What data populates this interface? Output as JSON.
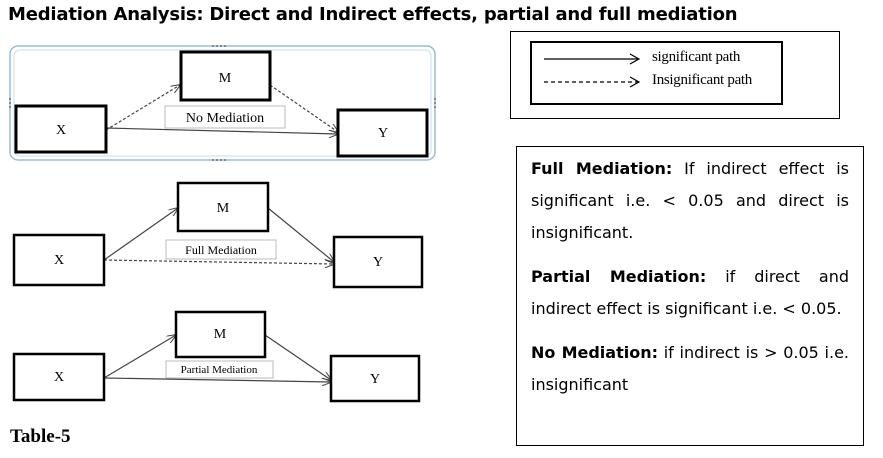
{
  "page": {
    "title": "Mediation Analysis: Direct and Indirect effects, partial and full mediation",
    "caption": "Table-5"
  },
  "diagrams": [
    {
      "label": "No Mediation",
      "nodes": {
        "x": "X",
        "m": "M",
        "y": "Y"
      },
      "selected": true,
      "paths": {
        "x_m": "insignificant",
        "m_y": "insignificant",
        "x_y": "significant"
      }
    },
    {
      "label": "Full Mediation",
      "nodes": {
        "x": "X",
        "m": "M",
        "y": "Y"
      },
      "selected": false,
      "paths": {
        "x_m": "significant",
        "m_y": "significant",
        "x_y": "insignificant"
      }
    },
    {
      "label": "Partial Mediation",
      "nodes": {
        "x": "X",
        "m": "M",
        "y": "Y"
      },
      "selected": false,
      "paths": {
        "x_m": "significant",
        "m_y": "significant",
        "x_y": "significant"
      }
    }
  ],
  "legend": {
    "significant": "significant path",
    "insignificant": "Insignificant path"
  },
  "definitions": [
    {
      "term": "Full Mediation:",
      "text": " If indirect effect is significant i.e. < 0.05 and direct is insignificant."
    },
    {
      "term": "Partial Mediation:",
      "text": " if direct and indirect effect is significant i.e. < 0.05."
    },
    {
      "term": "No Mediation:",
      "text": " if indirect is > 0.05 i.e. insignificant"
    }
  ]
}
